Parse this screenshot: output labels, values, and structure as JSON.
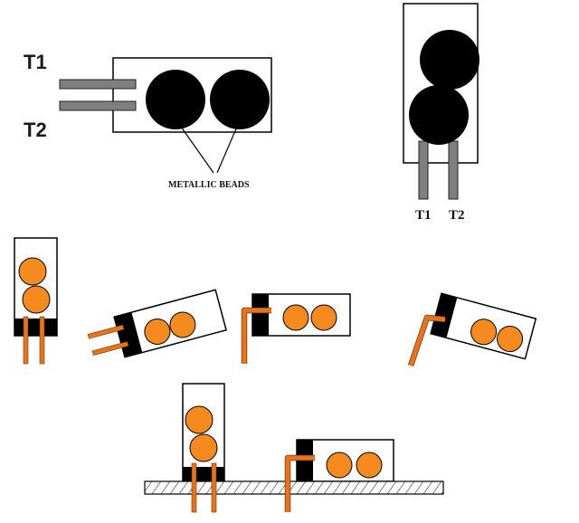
{
  "labels": {
    "t1": "T1",
    "t2": "T2",
    "metallic_beads": "METALLIC BEADS",
    "pin_t1": "T1",
    "pin_t2": "T2"
  },
  "colors": {
    "bead_dark": "#000000",
    "bead_orange": "#f58a1f",
    "lead_orange": "#e8731a",
    "terminal_gray": "#7f7f7f",
    "outline": "#000000",
    "pcb_hatch": "#000000"
  }
}
